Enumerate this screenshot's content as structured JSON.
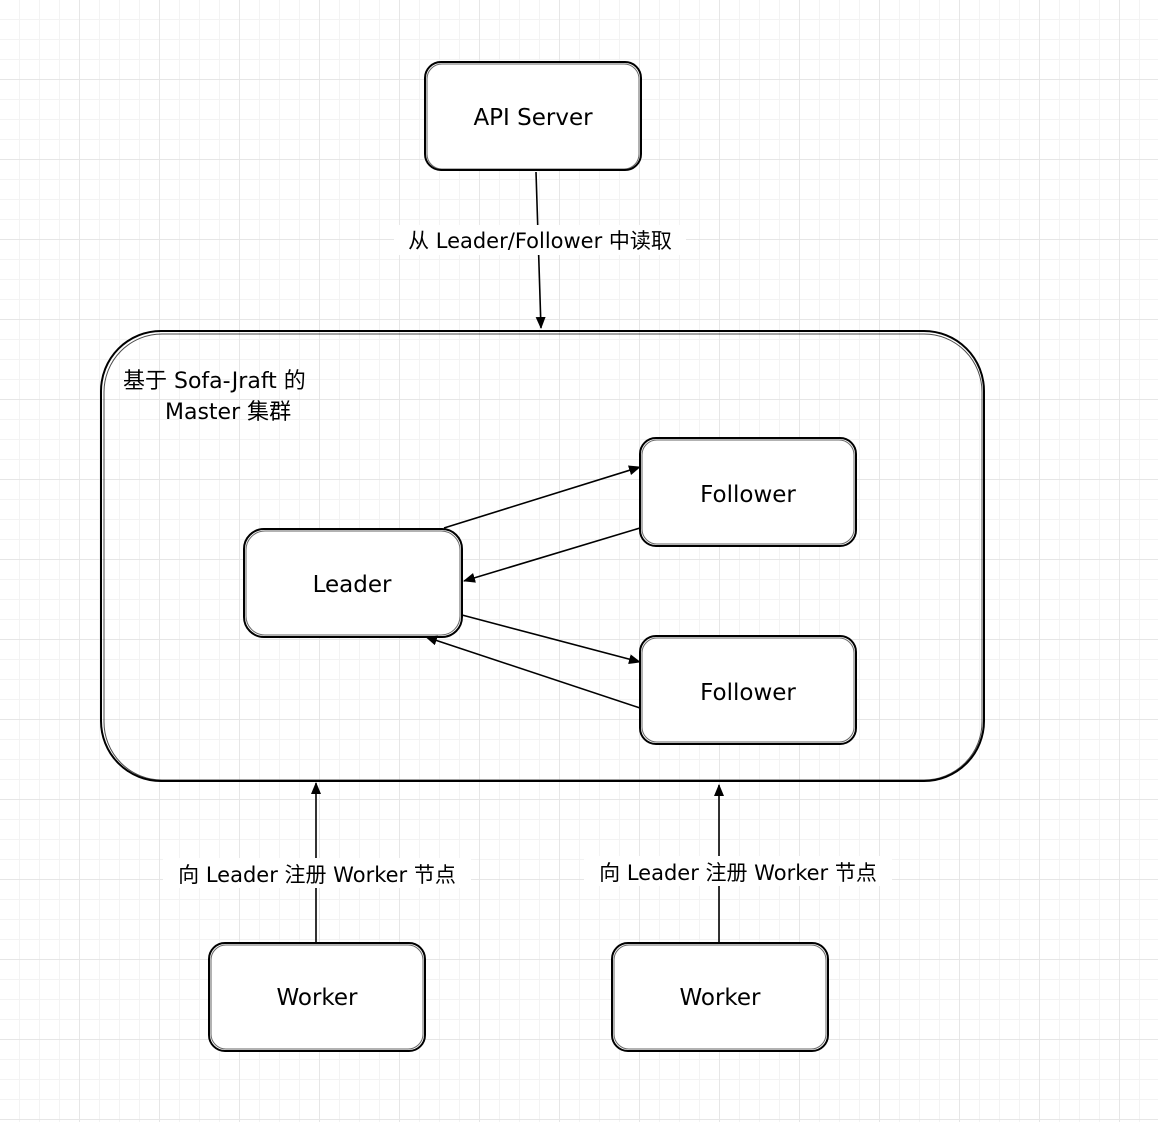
{
  "diagram": {
    "nodes": {
      "api_server": "API Server",
      "leader": "Leader",
      "follower_top": "Follower",
      "follower_bottom": "Follower",
      "worker_left": "Worker",
      "worker_right": "Worker"
    },
    "group": {
      "label_line1": "基于 Sofa-Jraft 的",
      "label_line2": "Master 集群"
    },
    "edges": {
      "api_to_cluster": "从 Leader/Follower 中读取",
      "worker_left_register": "向 Leader 注册 Worker 节点",
      "worker_right_register": "向 Leader 注册 Worker 节点"
    }
  }
}
